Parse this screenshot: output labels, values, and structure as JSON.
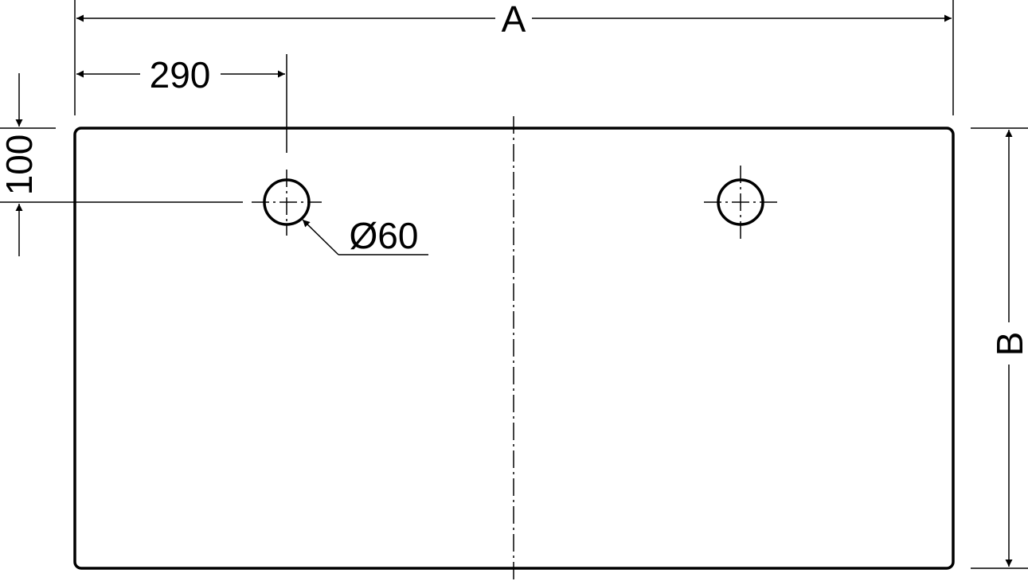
{
  "dimensions": {
    "width_label": "A",
    "height_label": "B",
    "hole_offset_x": "290",
    "hole_offset_y": "100",
    "hole_diameter": "Ø60"
  },
  "colors": {
    "line": "#000000",
    "background": "#ffffff"
  }
}
